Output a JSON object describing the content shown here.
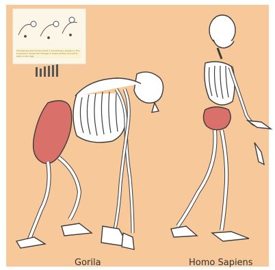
{
  "colors": {
    "background": "#f7c89a",
    "bone": "#ffffff",
    "outline": "#3a3a3a",
    "pelvis": "#d9706a",
    "inset_bg": "#fbf6e8"
  },
  "inset": {
    "caption": "Chimpanzee and human skulls in evolutionary sequence. The progression shows the changes in shape as they evolved to walk on two legs."
  },
  "figures": {
    "left_label": "Gorila",
    "right_label": "Homo Sapiens"
  },
  "icons": [
    "gorilla-skeleton-illustration",
    "human-skeleton-illustration",
    "skull-sequence-icon",
    "evolution-silhouettes-icon"
  ]
}
